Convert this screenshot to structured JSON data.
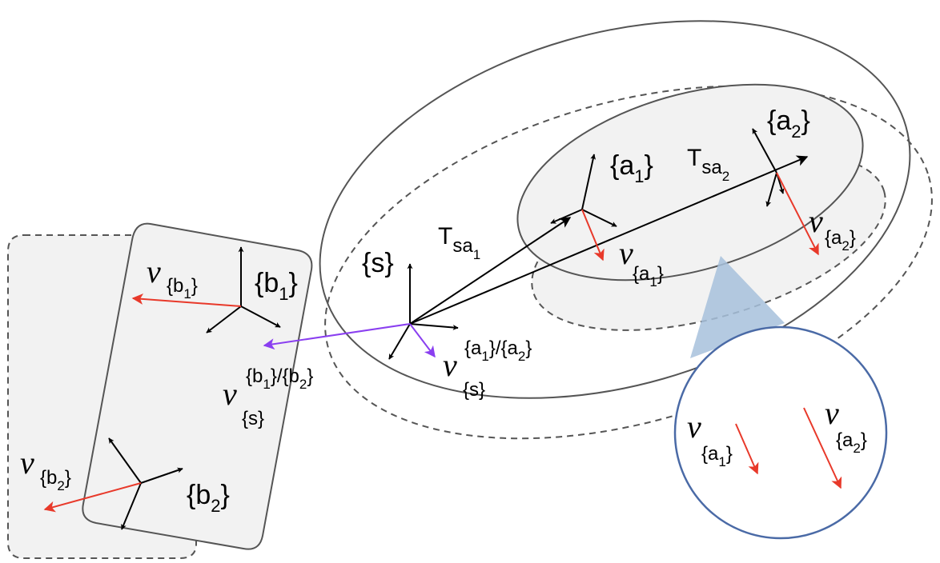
{
  "frames": {
    "s": "{s}",
    "a1": "{a",
    "a1_sub": "1",
    "a_close": "}",
    "a2": "{a",
    "a2_sub": "2",
    "b1": "{b",
    "b1_sub": "1",
    "b_close": "}",
    "b2": "{b",
    "b2_sub": "2"
  },
  "transforms": {
    "T": "T",
    "sa": "sa",
    "sa1_sub": "1",
    "sa2_sub": "2"
  },
  "velocities": {
    "v": "v",
    "b1_sub_open": "{b",
    "b1_sub_idx": "1",
    "close": "}",
    "b2_sub_open": "{b",
    "b2_sub_idx": "2",
    "a1_sub_open": "{a",
    "a1_sub_idx": "1",
    "a2_sub_open": "{a",
    "a2_sub_idx": "2",
    "s_sub": "{s}",
    "slash": "/"
  },
  "colors": {
    "frame_axes": "#000000",
    "body_velocity": "#e8392a",
    "spatial_velocity": "#8a3ff0",
    "body_fill": "#f2f2f2",
    "outline": "#555555",
    "magnifier_border": "#4a6aa6",
    "magnifier_cone": "#a7c1dc"
  }
}
